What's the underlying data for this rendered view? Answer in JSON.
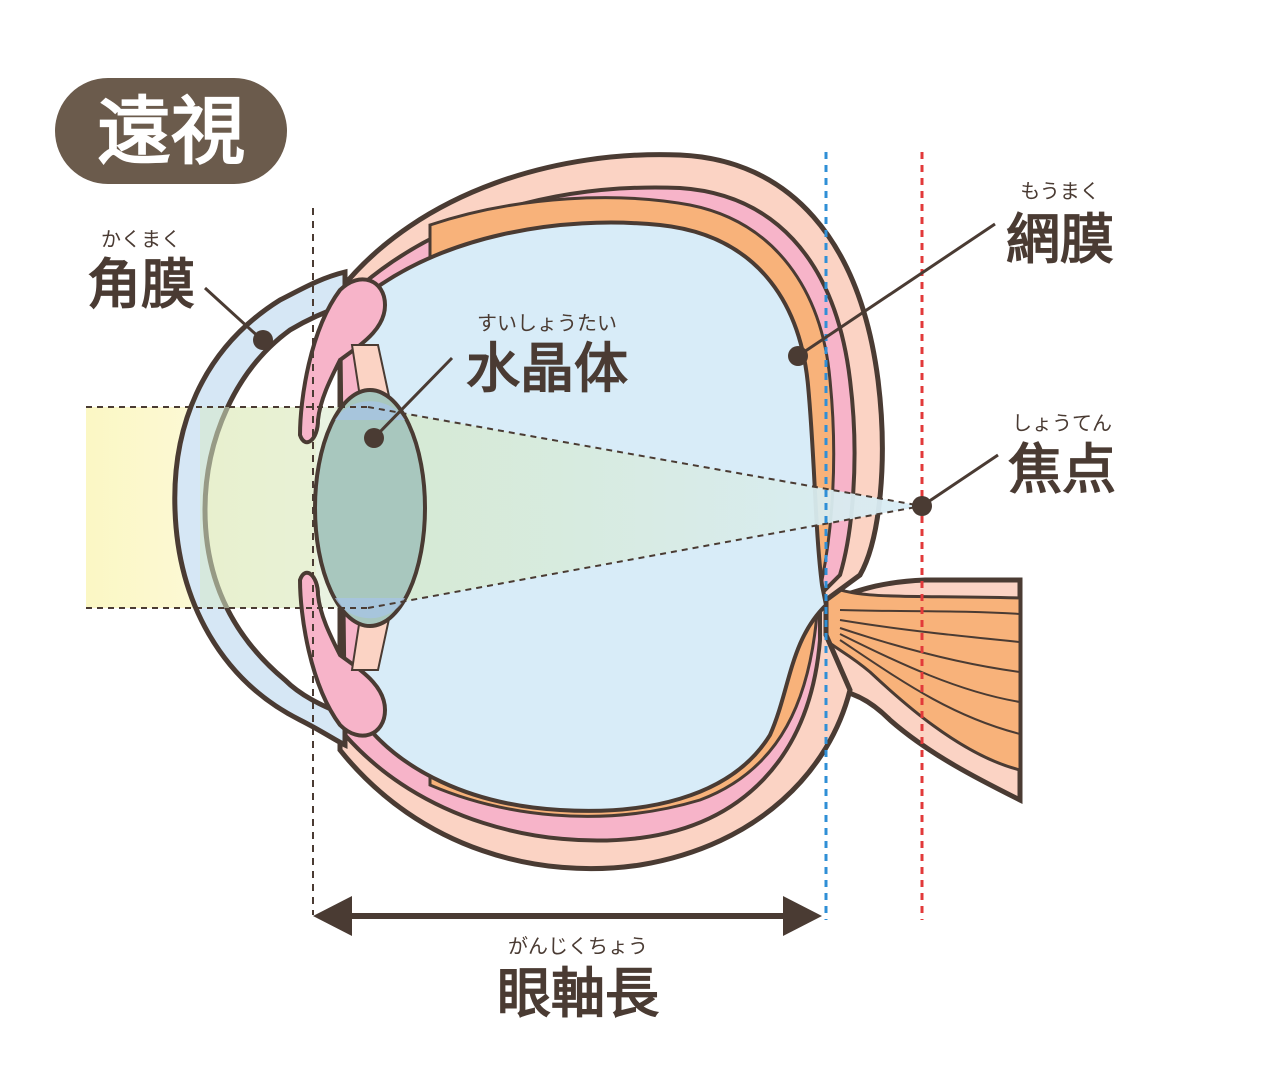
{
  "title": "遠視",
  "labels": {
    "cornea": {
      "text": "角膜",
      "ruby": "かくまく"
    },
    "lens": {
      "text": "水晶体",
      "ruby": "すいしょうたい"
    },
    "retina": {
      "text": "網膜",
      "ruby": "もうまく"
    },
    "focus": {
      "text": "焦点",
      "ruby": "しょうてん"
    },
    "axial_length": {
      "text": "眼軸長",
      "ruby": "がんじくちょう"
    }
  },
  "colors": {
    "outline": "#4a3b33",
    "badge": "#6b5b4c",
    "sclera": "#fbd3c4",
    "choroid": "#f7b4c9",
    "retina": "#f8b27a",
    "vitreous": "#d8ecf8",
    "cornea": "#d6e7f5",
    "lens": "#a8c7be",
    "light": "#fbf7c8",
    "light_cone": "#dcecd2",
    "retina_line": "#2f8fd6",
    "focus_line": "#e2393a"
  },
  "icons": {
    "pointer_dot": "dot-marker"
  }
}
